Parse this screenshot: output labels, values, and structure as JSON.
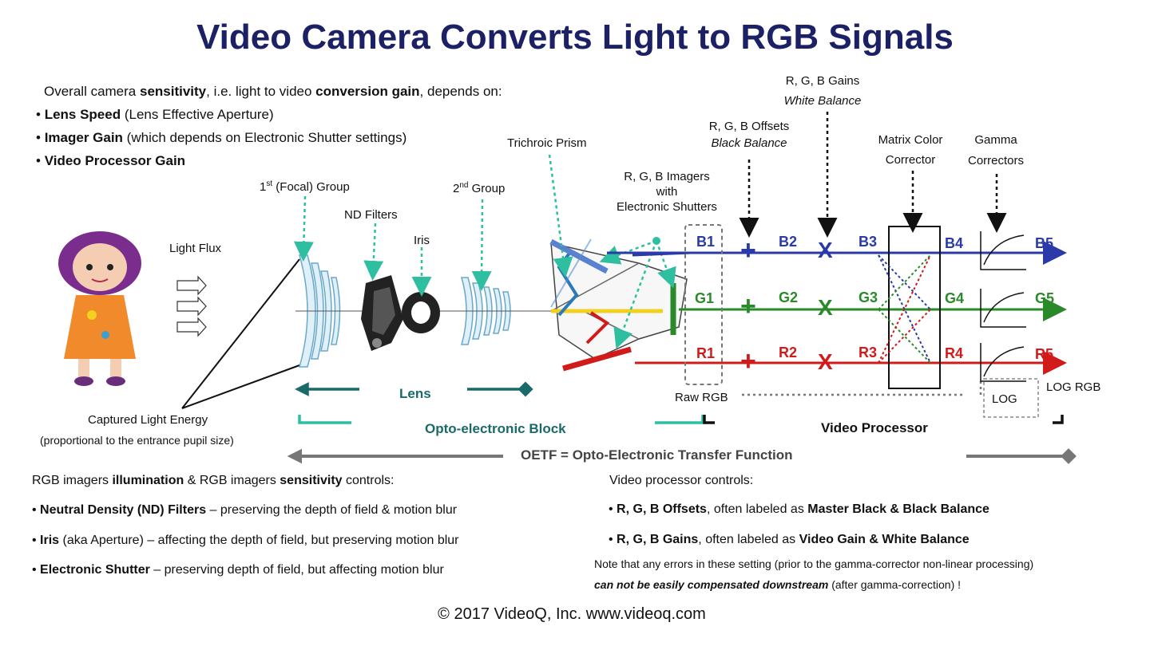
{
  "title": "Video Camera Converts Light to RGB Signals",
  "intro": {
    "l1a": "Overall camera ",
    "l1b": "sensitivity",
    "l1c": ", i.e. light to video ",
    "l1d": "conversion gain",
    "l1e": ", depends on:",
    "b1a": "• ",
    "b1b": "Lens Speed",
    "b1c": " (Lens Effective Aperture)",
    "b2b": "Imager Gain",
    "b2c": " (which depends on Electronic Shutter settings)",
    "b3b": "Video Processor Gain"
  },
  "labels": {
    "gains": "R, G, B Gains",
    "white_balance": "White Balance",
    "offsets": "R, G, B Offsets",
    "black_balance": "Black Balance",
    "matrix1": "Matrix Color",
    "matrix2": "Corrector",
    "gamma1": "Gamma",
    "gamma2": "Correctors",
    "prism": "Trichroic Prism",
    "imagers1": "R, G, B Imagers",
    "imagers2": "with",
    "imagers3": "Electronic Shutters",
    "first_group_sup": "st",
    "first_group_a": "1",
    "first_group_b": " (Focal) Group",
    "second_group_a": "2",
    "second_group_sup": "nd",
    "second_group_b": " Group",
    "nd": "ND Filters",
    "iris": "Iris",
    "light_flux": "Light Flux",
    "lens": "Lens",
    "raw_rgb": "Raw RGB",
    "log": "LOG",
    "log_rgb": "LOG RGB",
    "captured": "Captured Light Energy",
    "captured_sub": "(proportional to the entrance pupil size)",
    "opto": "Opto-electronic Block",
    "video_processor": "Video Processor",
    "oetf": "OETF = Opto-Electronic Transfer Function"
  },
  "signals": {
    "b": [
      "B1",
      "B2",
      "B3",
      "B4",
      "B5"
    ],
    "g": [
      "G1",
      "G2",
      "G3",
      "G4",
      "G5"
    ],
    "r": [
      "R1",
      "R2",
      "R3",
      "R4",
      "R5"
    ],
    "plus": "+",
    "times": "X"
  },
  "left_controls": {
    "heading_a": "RGB imagers ",
    "heading_b": "illumination",
    "heading_c": " & RGB imagers ",
    "heading_d": "sensitivity",
    "heading_e": " controls:",
    "i1_bullet": "•  ",
    "i1_b": "Neutral Density (ND) Filters",
    "i1_c": " – preserving the depth of field & motion blur",
    "i2_b": "Iris",
    "i2_c": " (aka Aperture) – affecting the depth of field, but preserving motion blur",
    "i3_b": "Electronic Shutter",
    "i3_c": " – preserving depth of field, but affecting motion blur"
  },
  "right_controls": {
    "heading": "Video processor controls:",
    "i1_b": "R, G, B Offsets",
    "i1_c": ", often labeled as ",
    "i1_d": "Master Black & Black Balance",
    "i2_b": "R, G, B Gains",
    "i2_c": ", often labeled as ",
    "i2_d": "Video Gain & White Balance",
    "note1": "Note that any errors in these setting (prior to the gamma-corrector non-linear processing)",
    "note2a": "can not be easily compensated downstream",
    "note2b": " (after gamma-correction) !"
  },
  "footer": "© 2017 VideoQ, Inc. www.videoq.com",
  "colors": {
    "title": "#1c2166",
    "blue": "#2a3aa8",
    "green": "#2a8a2a",
    "red": "#d11a1a",
    "teal": "#2dbfa0"
  }
}
